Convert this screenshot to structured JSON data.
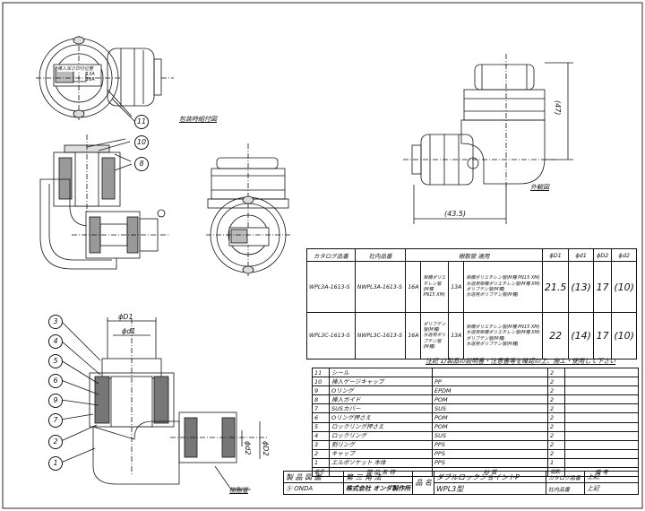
{
  "labels": {
    "packed_attach": "包装時組付図",
    "exterior": "外観図",
    "pipe": "樹脂管"
  },
  "dims": {
    "h47": "(47)",
    "w43": "(43.5)",
    "D1": "ϕD1",
    "d1": "ϕd1",
    "d2": "ϕd2",
    "D2": "ϕD2"
  },
  "balloons_top": [
    "11",
    "10",
    "8"
  ],
  "balloons_left": [
    "3",
    "4",
    "5",
    "6",
    "9",
    "7",
    "2",
    "1"
  ],
  "cap_text": {
    "line1": "挿入深さ印付位置",
    "line2": "13A",
    "line3": "16A"
  },
  "spec": {
    "headers": [
      "カタログ品番",
      "社内品番",
      "樹脂管 適用",
      "ϕD1",
      "ϕd1",
      "ϕD2",
      "ϕd2"
    ],
    "rows": [
      {
        "catalog": "WPL3A-1613-S",
        "internal": "NWPL3A-1613-S",
        "apply_a_size": "16A",
        "apply_a": "架橋ポリエチレン管(M種 PN15 XM)",
        "apply_b_size": "13A",
        "apply_b": [
          "架橋ポリエチレン管(M種 PN15 XM)",
          "水道用架橋ポリエチレン管(M種 XM)",
          "ポリブテン管(M種)",
          "水道用ポリブテン管(M種)"
        ],
        "D1": "21.5",
        "d1": "(13)",
        "D2": "17",
        "d2": "(10)"
      },
      {
        "catalog": "WPL3C-1613-S",
        "internal": "NWPL3C-1613-S",
        "apply_a_size": "16A",
        "apply_a": "ポリブテン管(M種)\n水道用ポリブテン管(M種)",
        "apply_b_size": "13A",
        "apply_b": [
          "架橋ポリエチレン管(M種 PN15 XM)",
          "水道用架橋ポリエチレン管(M種 XM)",
          "ポリブテン管(M種)",
          "水道用ポリブテン管(M種)"
        ],
        "D1": "22",
        "d1": "(14)",
        "D2": "17",
        "d2": "(10)"
      }
    ]
  },
  "note": "注記 1)製品の説明書・注意書等を確認の上、施工・使用して下さい",
  "parts": [
    {
      "no": "11",
      "name": "シール",
      "mat": "",
      "qty": "2"
    },
    {
      "no": "10",
      "name": "挿入ゲージキャップ",
      "mat": "PP",
      "qty": "2"
    },
    {
      "no": "9",
      "name": "Oリング",
      "mat": "EPDM",
      "qty": "2"
    },
    {
      "no": "8",
      "name": "挿入ガイド",
      "mat": "POM",
      "qty": "2"
    },
    {
      "no": "7",
      "name": "SUSカバー",
      "mat": "SUS",
      "qty": "2"
    },
    {
      "no": "6",
      "name": "Oリング押さえ",
      "mat": "POM",
      "qty": "2"
    },
    {
      "no": "5",
      "name": "ロックリング押さえ",
      "mat": "POM",
      "qty": "2"
    },
    {
      "no": "4",
      "name": "ロックリング",
      "mat": "SUS",
      "qty": "2"
    },
    {
      "no": "3",
      "name": "割リング",
      "mat": "PPS",
      "qty": "2"
    },
    {
      "no": "2",
      "name": "キャップ",
      "mat": "PPS",
      "qty": "2"
    },
    {
      "no": "1",
      "name": "エルボソケット 本体",
      "mat": "PPS",
      "qty": "1"
    }
  ],
  "parts_header": {
    "no": "番号",
    "name": "部 品 名 称",
    "mat": "材 質",
    "qty": "個数",
    "remark": "備 考"
  },
  "title": {
    "product_label": "製 品 図 面",
    "angle": "第 三 角 法",
    "name_label": "品 名",
    "name": "ダブルロックジョイントP",
    "model": "WPL3型",
    "catalog_label": "カタログ品番",
    "catalog_val": "上記",
    "internal_label": "社内品番",
    "internal_val": "上記",
    "company_logo": "Ⓢ ONDA",
    "company": "株式会社 オンダ製作所"
  }
}
